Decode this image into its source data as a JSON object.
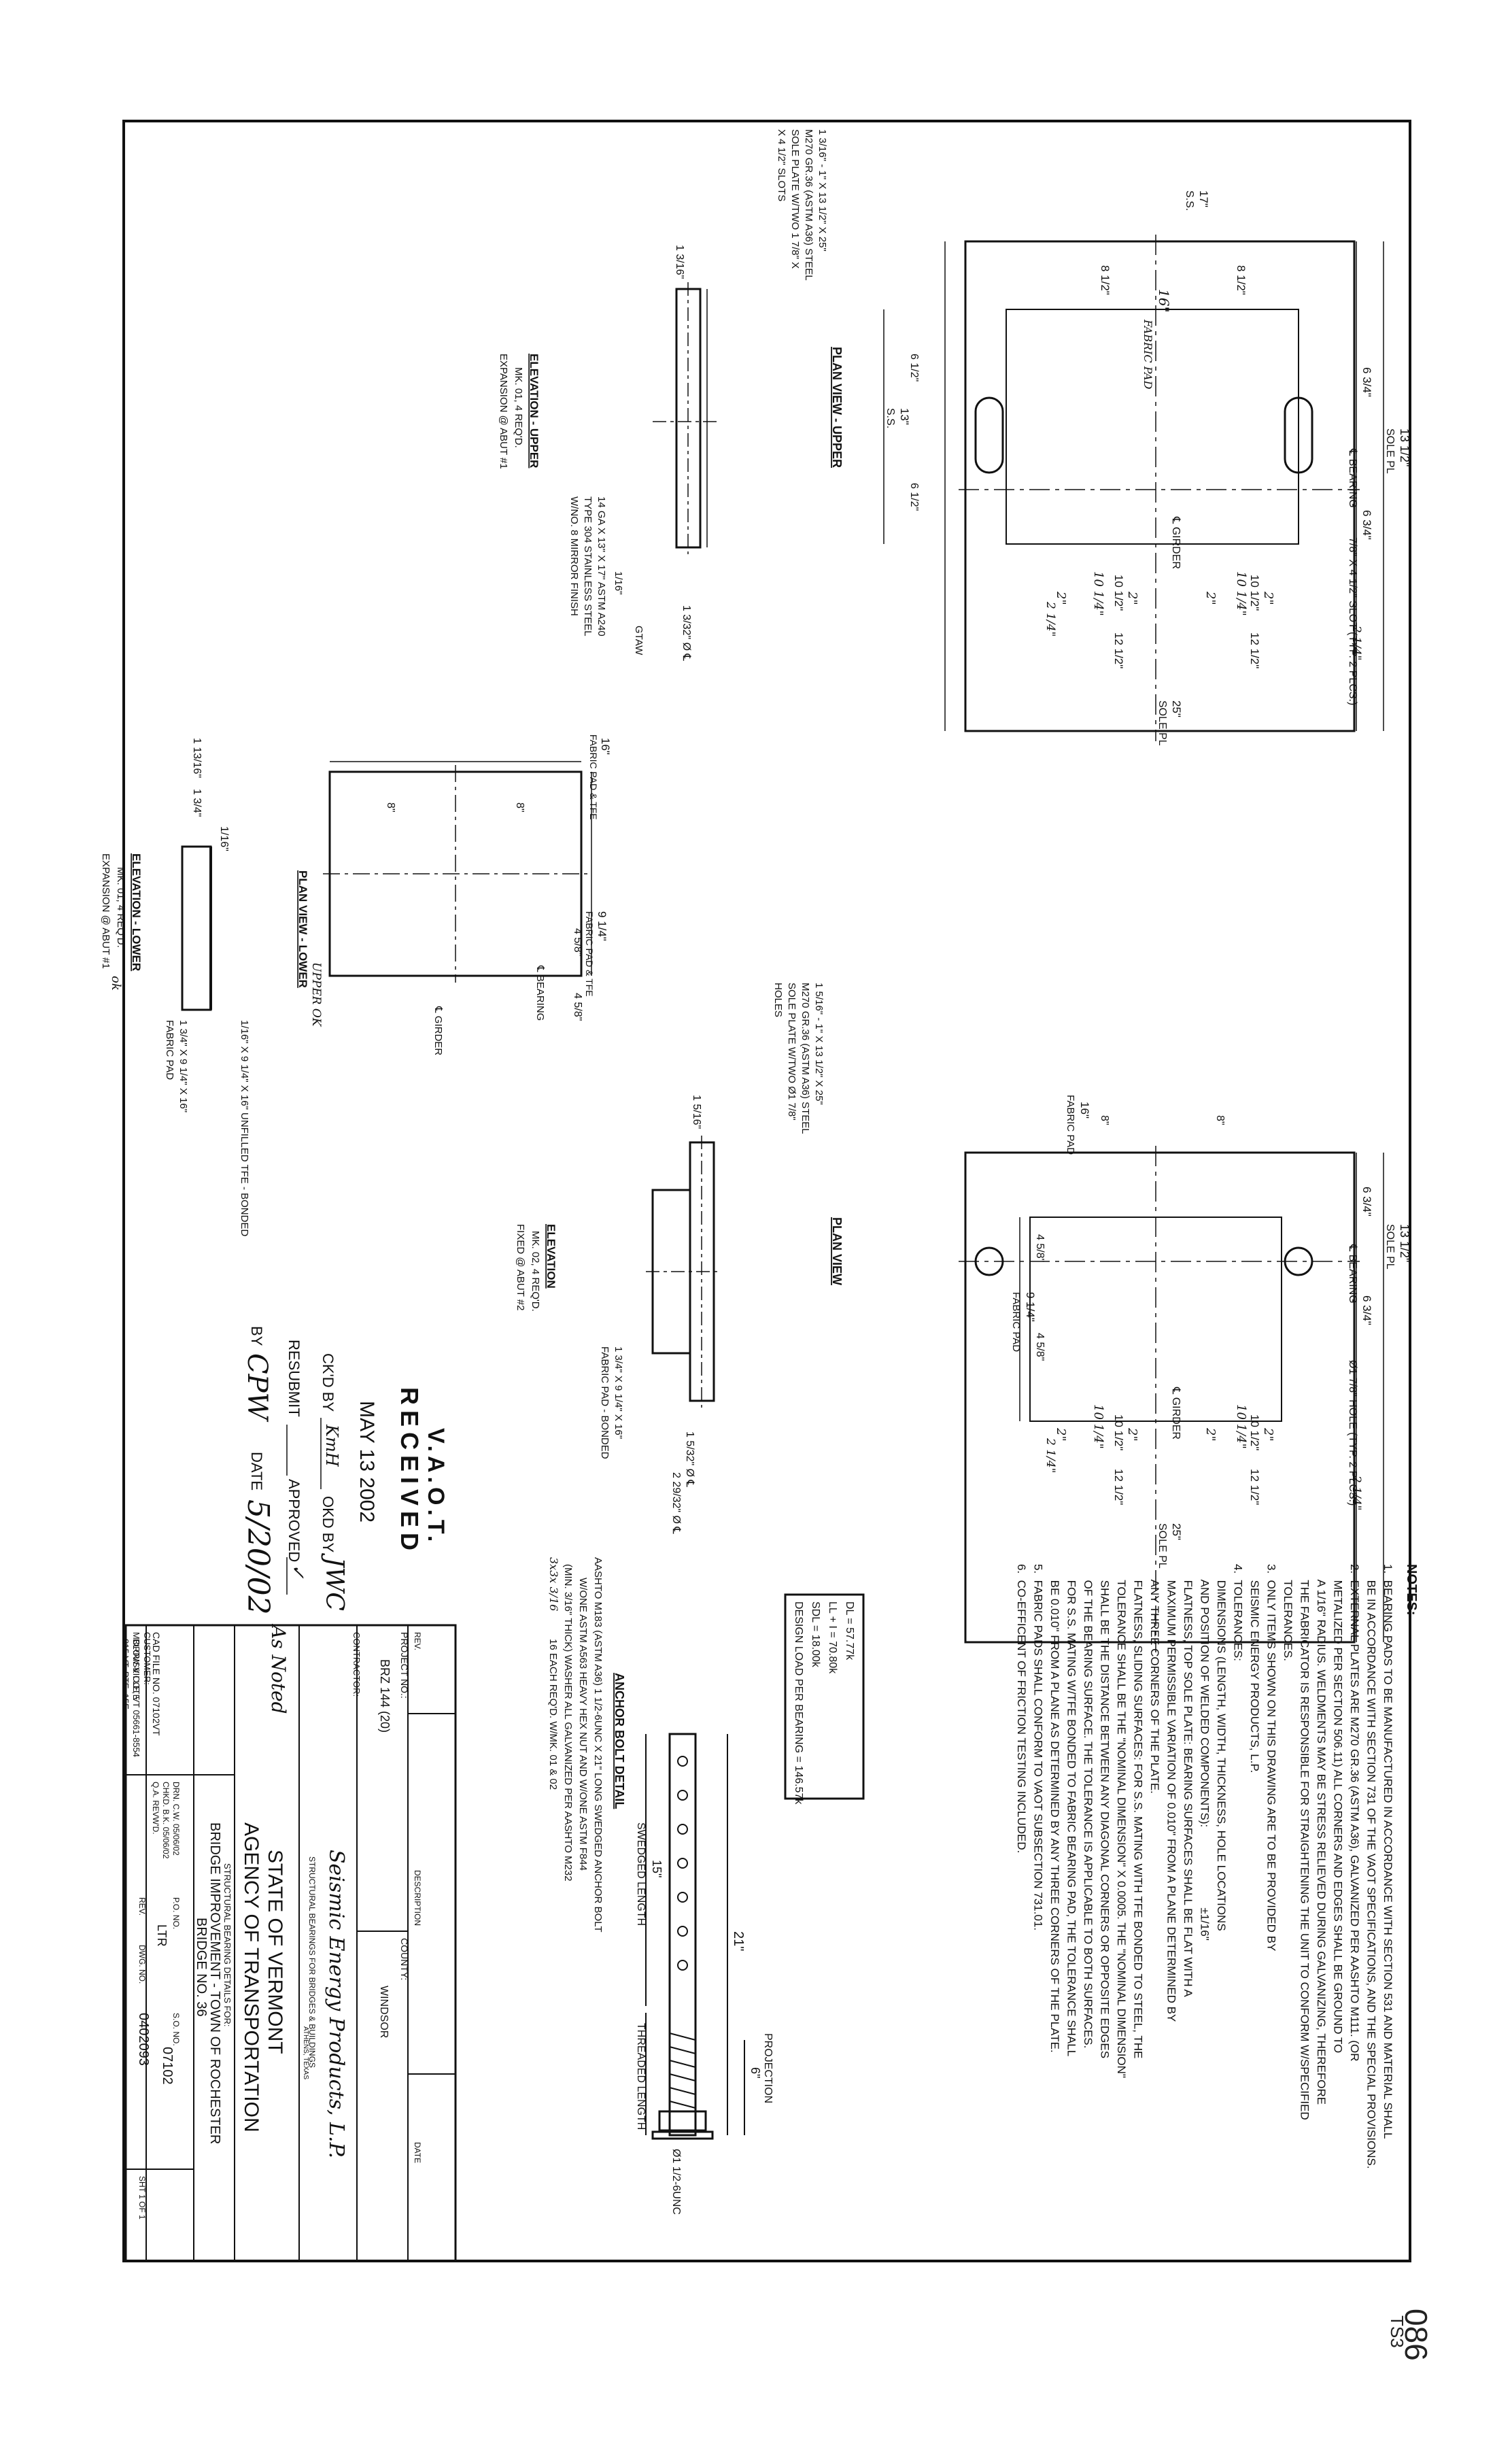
{
  "notes": {
    "heading": "NOTES:",
    "items": [
      "1.  BEARING PADS TO BE MANUFACTURED IN ACCORDANCE WITH SECTION 531 AND MATERIAL SHALL",
      "     BE IN ACCORDANCE WITH SECTION 731 OF THE VAOT SPECIFICATIONS, AND THE SPECIAL PROVISIONS.",
      "2.  EXTERNAL PLATES ARE M270 GR.36 (ASTM A36), GALVANIZED PER AASHTO M111. (OR",
      "     METALIZED PER SECTION 506.11) ALL CORNERS AND EDGES SHALL BE GROUND TO",
      "     A 1/16\" RADIUS. WELDMENTS MAY BE STRESS RELIEVED DURING GALVANIZING, THEREFORE",
      "     THE FABRICATOR IS RESPONSIBLE FOR STRAIGHTENING THE UNIT TO CONFORM W/SPECIFIED",
      "     TOLERANCES.",
      "3.  ONLY ITEMS SHOWN ON THIS DRAWING ARE TO BE PROVIDED BY",
      "     SEISMIC ENERGY PRODUCTS, L.P.",
      "4.  TOLERANCES:",
      "     DIMENSIONS (LENGTH, WIDTH, THICKNESS, HOLE LOCATIONS",
      "     AND POSITION OF WELDED COMPONENTS):                         ±1/16\"",
      "     FLATNESS, TOP SOLE PLATE: BEARING SURFACES SHALL BE FLAT WITH A",
      "     MAXIMUM PERMISSIBLE VARIATION OF 0.010\" FROM A PLANE DETERMINED BY",
      "     ANY THREE CORNERS OF THE PLATE.",
      "     FLATNESS, SLIDING SURFACES: FOR S.S. MATING WITH TFE BONDED TO STEEL, THE",
      "     TOLERANCE SHALL BE THE \"NOMINAL DIMENSION\" X 0.0005. THE \"NOMINAL DIMENSION\"",
      "     SHALL BE THE DISTANCE BETWEEN ANY DIAGONAL CORNERS OR OPPOSITE EDGES",
      "     OF THE BEARING SURFACE. THE TOLERANCE IS APPLICABLE TO BOTH SURFACES.",
      "     FOR S.S. MATING W/TFE BONDED TO FABRIC BEARING PAD, THE TOLERANCE SHALL",
      "     BE 0.010\" FROM A PLANE AS DETERMINED BY ANY THREE CORNERS OF THE PLATE.",
      "5.  FABRIC PADS SHALL CONFORM TO VAOT SUBSECTION 731.01.",
      "6.  CO-EFFICENT OF FRICTION TESTING INCLUDED."
    ]
  },
  "loads": {
    "lines": [
      "DL = 57.77k",
      "LL + I = 70.80k",
      "SDL = 18.00k",
      "DESIGN LOAD PER BEARING = 146.57k"
    ]
  },
  "anchor_bolt": {
    "dim_overall": "21\"",
    "dim_projection": "6\"",
    "label_projection": "PROJECTION",
    "dim_swedged": "15\"",
    "label_swedged": "SWEDGED LENGTH",
    "label_threaded": "THREADED LENGTH",
    "label_thread": "Ø1 1/2-6UNC",
    "title": "ANCHOR BOLT DETAIL",
    "desc": [
      "AASHTO M183 (ASTM A36) 1 1/2-6UNC X 21\" LONG SWEDGED ANCHOR BOLT",
      "W/ONE ASTM A563 HEAVY HEX NUT AND W/ONE ASTM F844",
      "(MIN. 3/16\" THICK) WASHER ALL GALVANIZED PER AASHTO M232",
      "16 EACH REQ'D. W/MK. 01 & 02"
    ],
    "hand_note": "3x3x 3/16"
  },
  "plan_upper": {
    "title": "PLAN VIEW - UPPER",
    "sole_dim": "13 1/2\"",
    "sole_label": "SOLE PL",
    "left_dim": "6 3/4\"",
    "right_dim": "6 3/4\"",
    "bearing_label": "℄ BEARING",
    "slot_label": "7/8\" X 4 1/2\" SLOT (TYP. 2 PLCS.)",
    "girder_label": "℄ GIRDER",
    "ss_dim": "17\"",
    "ss_label": "S.S.",
    "half_ss_a": "8 1/2\"",
    "half_ss_b": "8 1/2\"",
    "ss13_dim": "13\"",
    "ss13_label": "S.S.",
    "ss13_a": "6 1/2\"",
    "ss13_b": "6 1/2\"",
    "dim_10": [
      "10 1/2\"",
      "10 1/2\""
    ],
    "dim_12": [
      "12 1/2\"",
      "12 1/2\""
    ],
    "sole_25": "25\"",
    "sole_25_label": "SOLE PL",
    "hand_16": "16\"",
    "hand_fabric": "FABRIC PAD",
    "hand_1014": [
      "10 1/4\"",
      "10 1/4\""
    ],
    "hand_2": [
      "2\"",
      "2\"",
      "2\"",
      "2\""
    ],
    "hand_214": [
      "2 1/4\"",
      "2 1/4\""
    ]
  },
  "elev_upper": {
    "title": "ELEVATION - UPPER",
    "lines": [
      "MK. 01, 4 REQ'D.",
      "EXPANSION @ ABUT #1"
    ],
    "plate_desc": [
      "1 3/16\" - 1\" X 13 1/2\" X 25\"",
      "M270 GR.36 (ASTM A36) STEEL",
      "SOLE PLATE W/TWO 1 7/8\" X",
      "X 4 1/2\" SLOTS"
    ],
    "dim_left": "1 3/16\"",
    "ss_desc": [
      "14 GA X 13\" X 17\" ASTM A240",
      "TYPE 304 STAINLESS STEEL",
      "W/NO. 8 MIRROR FINISH"
    ],
    "weld": "1/16\"",
    "gtaw": "GTAW",
    "cl_dim": "1 3/32\" Ø ℄"
  },
  "plan_lower": {
    "title": "PLAN VIEW - LOWER",
    "hand_mark": "UPPER OK",
    "dim_16": "16\"",
    "label_16": "FABRIC PAD & TFE",
    "dim_8": [
      "8\"",
      "8\""
    ],
    "dim_914": "9 1/4\"",
    "label_914": "FABRIC PAD & TFE",
    "dim_458": [
      "4 5/8\"",
      "4 5/8\""
    ],
    "bearing_label": "℄ BEARING",
    "girder_label": "℄ GIRDER"
  },
  "elev_lower": {
    "title": "ELEVATION - LOWER",
    "lines": [
      "MK. 01, 4 REQ'D.",
      "EXPANSION @ ABUT #1"
    ],
    "hand_ok": "ok",
    "dim_thk": "1 13/16\"",
    "dim_a": "1 3/4\"",
    "dim_b": "1/16\"",
    "tfe_desc": "1/16\" X 9 1/4\" X 16\" UNFILLED TFE - BONDED",
    "pad_desc": [
      "1 3/4\" X 9 1/4\" X 16\"",
      "FABRIC PAD"
    ]
  },
  "plan_fixed": {
    "title": "PLAN VIEW",
    "sole_dim": "13 1/2\"",
    "sole_label": "SOLE PL",
    "left_dim": "6 3/4\"",
    "right_dim": "6 3/4\"",
    "bearing_label": "℄ BEARING",
    "hole_label": "Ø1 7/8\" HOLE (TYP. 2 PLCS.)",
    "girder_label": "℄ GIRDER",
    "fab_16": "16\"",
    "fab_label": "FABRIC PAD",
    "fab_8": [
      "8\"",
      "8\""
    ],
    "fab_914": "9 1/4\"",
    "fab_914_label": "FABRIC PAD",
    "fab_458": [
      "4 5/8\"",
      "4 5/8\""
    ],
    "dim_10": [
      "10 1/2\"",
      "10 1/2\""
    ],
    "dim_12": [
      "12 1/2\"",
      "12 1/2\""
    ],
    "sole_25": "25\"",
    "sole_25_label": "SOLE PL",
    "hand_1014": [
      "10 1/4\"",
      "10 1/4\""
    ],
    "hand_2": [
      "2\"",
      "2\"",
      "2\"",
      "2\""
    ],
    "hand_214": [
      "2 1/4\"",
      "2 1/4\""
    ]
  },
  "elev_fixed": {
    "title": "ELEVATION",
    "lines": [
      "MK. 02, 4 REQ'D.",
      "FIXED @ ABUT #2"
    ],
    "plate_desc": [
      "1 5/16\" - 1\" X 13 1/2\" X 25\"",
      "M270 GR.36 (ASTM A36) STEEL",
      "SOLE PLATE W/TWO Ø1 7/8\"",
      "HOLES"
    ],
    "dim_left": "1 5/16\"",
    "pad_desc": [
      "1 3/4\" X 9 1/4\" X 16\"",
      "FABRIC PAD - BONDED"
    ],
    "cl1": "1 5/32\" Ø ℄",
    "cl2": "2 29/32\" Ø ℄"
  },
  "stamp": {
    "line1": "V.A.O.T.",
    "line2": "RECEIVED",
    "date": "MAY 13 2002",
    "ckd_by": "CK'D BY",
    "ckd_hand": "KmH",
    "okd_by": "OKD BY",
    "okd_hand": "JWC",
    "resubmit": "RESUBMIT",
    "approved": "APPROVED",
    "approved_hand": "✓",
    "as_noted": "As Noted",
    "by": "BY",
    "by_hand": "CPW",
    "date_label": "DATE",
    "date_hand": "5/20/02"
  },
  "title_block": {
    "cad_file": "CAD FILE NO. 07102VT",
    "customer_label": "CUSTOMER:",
    "customer": [
      "BLOW & COTE",
      "815 VT. RTE. 15E",
      "MORRISVILLE, VT 05661-8554"
    ],
    "rev_label": "REV.",
    "desc_label": "DESCRIPTION",
    "date_label": "DATE",
    "project_label": "PROJECT NO.:",
    "project": "BRZ 144 (20)",
    "county_label": "COUNTY:",
    "county": "WINDSOR",
    "contractor_label": "CONTRACTOR:",
    "company": "Seismic Energy Products, L.P.",
    "company_sub": "STRUCTURAL BEARINGS FOR BRIDGES & BUILDINGS",
    "company_city": "ATHENS, TEXAS",
    "state1": "STATE OF VERMONT",
    "state2": "AGENCY OF TRANSPORTATION",
    "details_for": "STRUCTURAL BEARING DETAILS FOR:",
    "bridge1": "BRIDGE IMPROVEMENT - TOWN OF ROCHESTER",
    "bridge2": "BRIDGE NO. 36",
    "drn": "DRN.  C.W.  05/06/02",
    "chkd": "CHKD.  B.K.  05/06/02",
    "qa": "Q.A. REVW'D.",
    "po_label": "P.O. NO.",
    "po": "LTR",
    "rev2": "REV.",
    "so_label": "S.O. NO.",
    "so": "07102",
    "dwg_label": "DWG. NO.",
    "dwg": "0402093",
    "sht": "SHT 1 OF 1"
  },
  "page_mark": [
    "086",
    "TS3"
  ]
}
